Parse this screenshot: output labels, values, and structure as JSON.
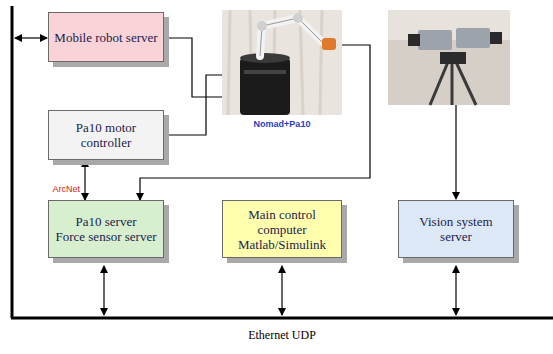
{
  "diagram": {
    "nodes": [
      {
        "text": [
          "Mobile robot server"
        ]
      },
      {
        "text": [
          "Nomad+Pa10"
        ]
      },
      {
        "text": [
          "Pa10 motor controller"
        ]
      },
      {
        "text": [
          "Pa10 server",
          "Force sensor server"
        ]
      },
      {
        "text": [
          "Main control computer",
          "Matlab/Simulink"
        ]
      },
      {
        "text": [
          "Vision system server"
        ]
      }
    ],
    "edges": [
      {
        "from": 0,
        "to": 1,
        "arrow": "none"
      },
      {
        "from": 2,
        "to": 1,
        "arrow": "none"
      },
      {
        "from": 1,
        "to": 3,
        "arrow": "to"
      },
      {
        "from": 2,
        "to": 3,
        "arrow": "both",
        "label": "ArcNet"
      }
    ],
    "labels": [
      "Ethernet UDP"
    ]
  }
}
